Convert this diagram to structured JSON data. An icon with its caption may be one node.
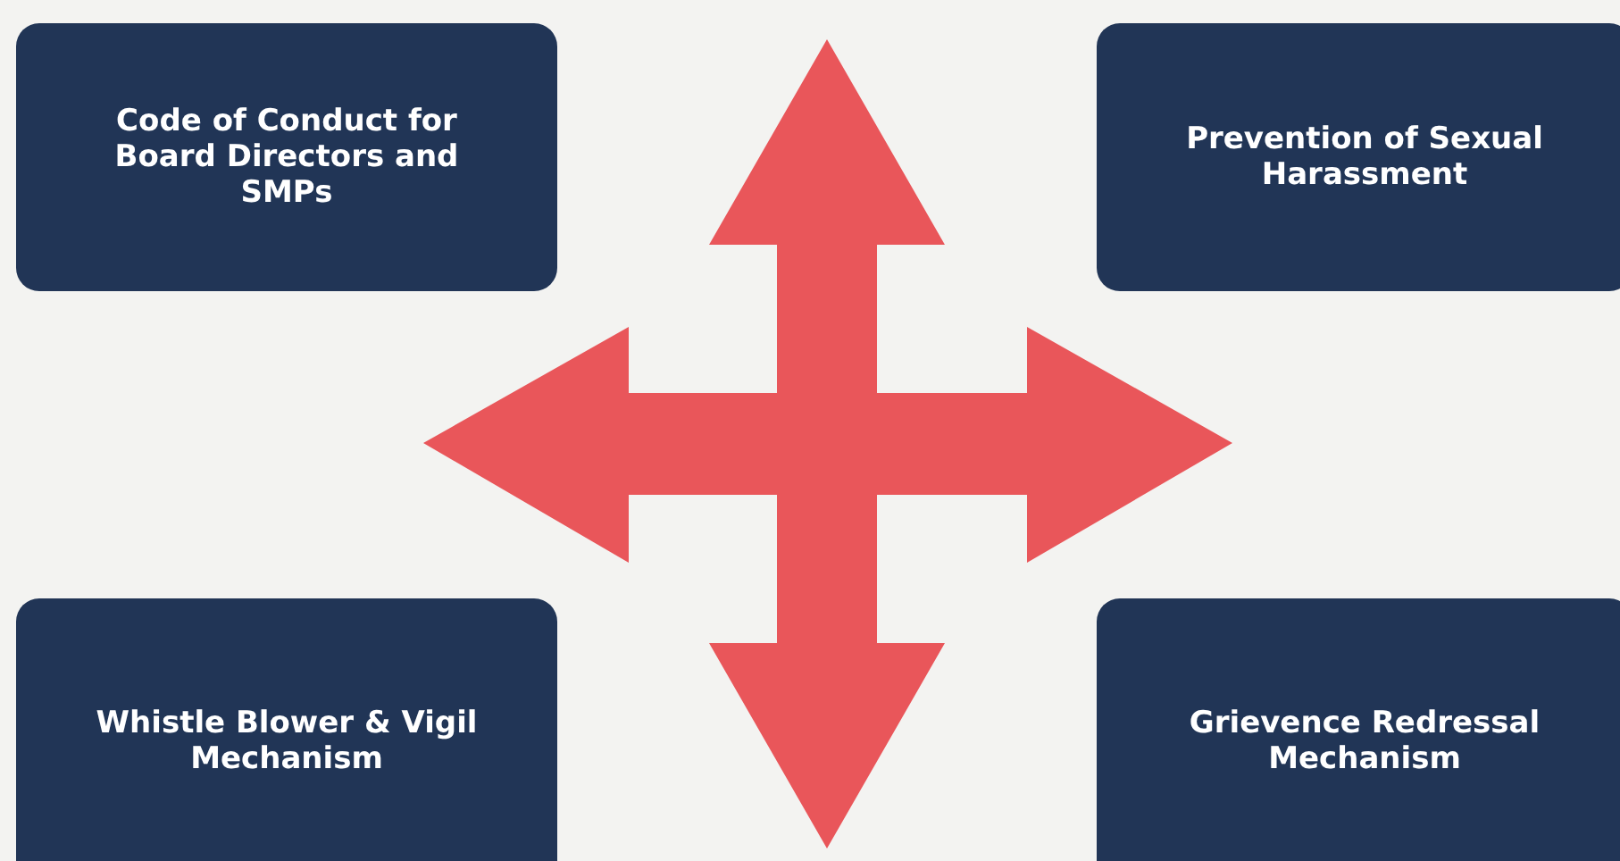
{
  "diagram": {
    "nodes": [
      {
        "text": [
          "Code of Conduct for Board Directors and SMPs"
        ]
      },
      {
        "text": [
          "Prevention of Sexual Harassment"
        ]
      },
      {
        "text": [
          "Whistle Blower & Vigil Mechanism"
        ]
      },
      {
        "text": [
          "Grievence Redressal Mechanism"
        ]
      }
    ]
  }
}
